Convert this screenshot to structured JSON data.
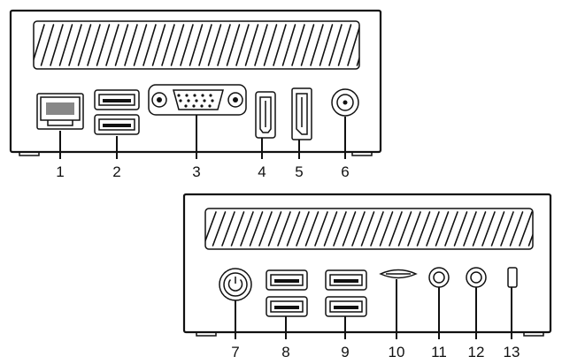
{
  "diagram": {
    "top_panel": {
      "ports": [
        {
          "number": "1",
          "icon": "ethernet-port-icon"
        },
        {
          "number": "2",
          "icon": "usb-port-icon"
        },
        {
          "number": "3",
          "icon": "vga-port-icon"
        },
        {
          "number": "4",
          "icon": "hdmi-port-icon"
        },
        {
          "number": "5",
          "icon": "displayport-icon"
        },
        {
          "number": "6",
          "icon": "dc-power-jack-icon"
        }
      ]
    },
    "bottom_panel": {
      "ports": [
        {
          "number": "7",
          "icon": "power-button-icon"
        },
        {
          "number": "8",
          "icon": "usb-port-icon"
        },
        {
          "number": "9",
          "icon": "usb-port-icon"
        },
        {
          "number": "10",
          "icon": "card-reader-slot-icon"
        },
        {
          "number": "11",
          "icon": "audio-jack-icon"
        },
        {
          "number": "12",
          "icon": "audio-jack-icon"
        },
        {
          "number": "13",
          "icon": "lock-slot-icon"
        }
      ]
    }
  }
}
